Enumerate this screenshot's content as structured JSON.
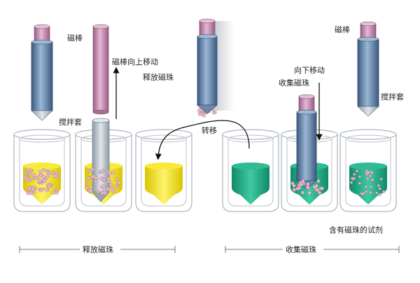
{
  "labels": {
    "rod_1": "磁棒",
    "rod_up": "磁棒向上移动",
    "release_beads": "释放磁珠",
    "sleeve_left": "搅拌套",
    "transfer": "转移",
    "rod_right": "磁棒",
    "move_down": "向下移动",
    "collect_beads": "收集磁珠",
    "sleeve_right": "搅拌套",
    "reagent": "含有磁珠的试剂"
  },
  "stages": {
    "release": "释放磁珠",
    "collect": "收集磁珠"
  },
  "colors": {
    "yellow_liquid": "#f2e11a",
    "green_liquid": "#1fa985",
    "rod_cap": "#b67aa5",
    "sleeve": "#6e8fb2",
    "bead": "#e7b7c9"
  }
}
